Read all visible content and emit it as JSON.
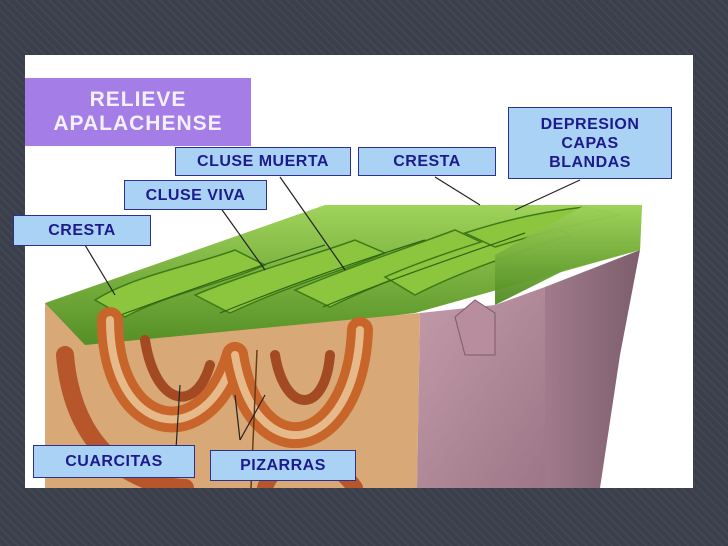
{
  "title": {
    "line1": "RELIEVE",
    "line2": "APALACHENSE"
  },
  "labels": {
    "cluse_muerta": "CLUSE MUERTA",
    "cresta_top": "CRESTA",
    "depresion": {
      "line1": "DEPRESION",
      "line2": "CAPAS",
      "line3": "BLANDAS"
    },
    "cluse_viva": "CLUSE VIVA",
    "cresta_left": "CRESTA",
    "cuarcitas": "CUARCITAS",
    "pizarras": "PIZARRAS"
  },
  "colors": {
    "title_bg": "#a47de6",
    "label_bg": "#a9d2f5",
    "label_text": "#1e1a8c",
    "grass": "#6fae2f",
    "rock_orange": "#c8652a",
    "rock_tan": "#d9a877",
    "rock_purple": "#b08a9a"
  }
}
